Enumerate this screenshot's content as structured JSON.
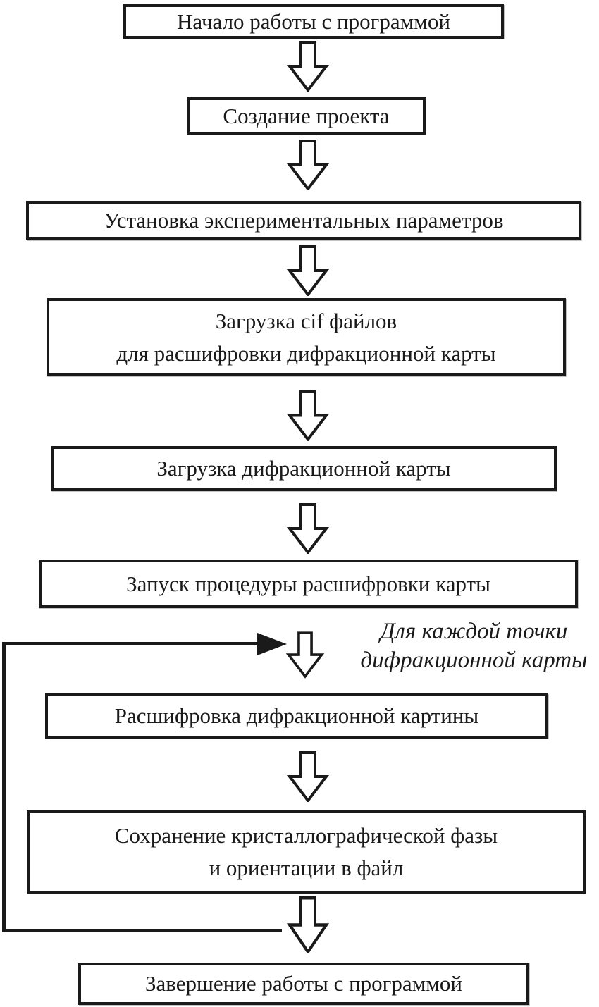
{
  "diagram": {
    "type": "flowchart",
    "language": "ru",
    "colors": {
      "stroke": "#1a1a1a",
      "fill": "#ffffff"
    },
    "steps": [
      {
        "id": "start",
        "label": "Начало работы с программой"
      },
      {
        "id": "create-project",
        "label": "Создание проекта"
      },
      {
        "id": "set-params",
        "label": "Установка экспериментальных параметров"
      },
      {
        "id": "load-cif",
        "label": "Загрузка cif файлов\nдля расшифровки дифракционной карты"
      },
      {
        "id": "load-map",
        "label": "Загрузка дифракционной карты"
      },
      {
        "id": "run-decode",
        "label": "Запуск процедуры расшифровки карты"
      },
      {
        "id": "decode-pattern",
        "label": "Расшифровка дифракционной картины"
      },
      {
        "id": "save-phase",
        "label": "Сохранение кристаллографической фазы\nи ориентации в файл"
      },
      {
        "id": "finish",
        "label": "Завершение работы с программой"
      }
    ],
    "loop": {
      "label": "Для каждой точки\nдифракционной карты",
      "from_step": "save-phase",
      "to_step": "decode-pattern"
    }
  }
}
